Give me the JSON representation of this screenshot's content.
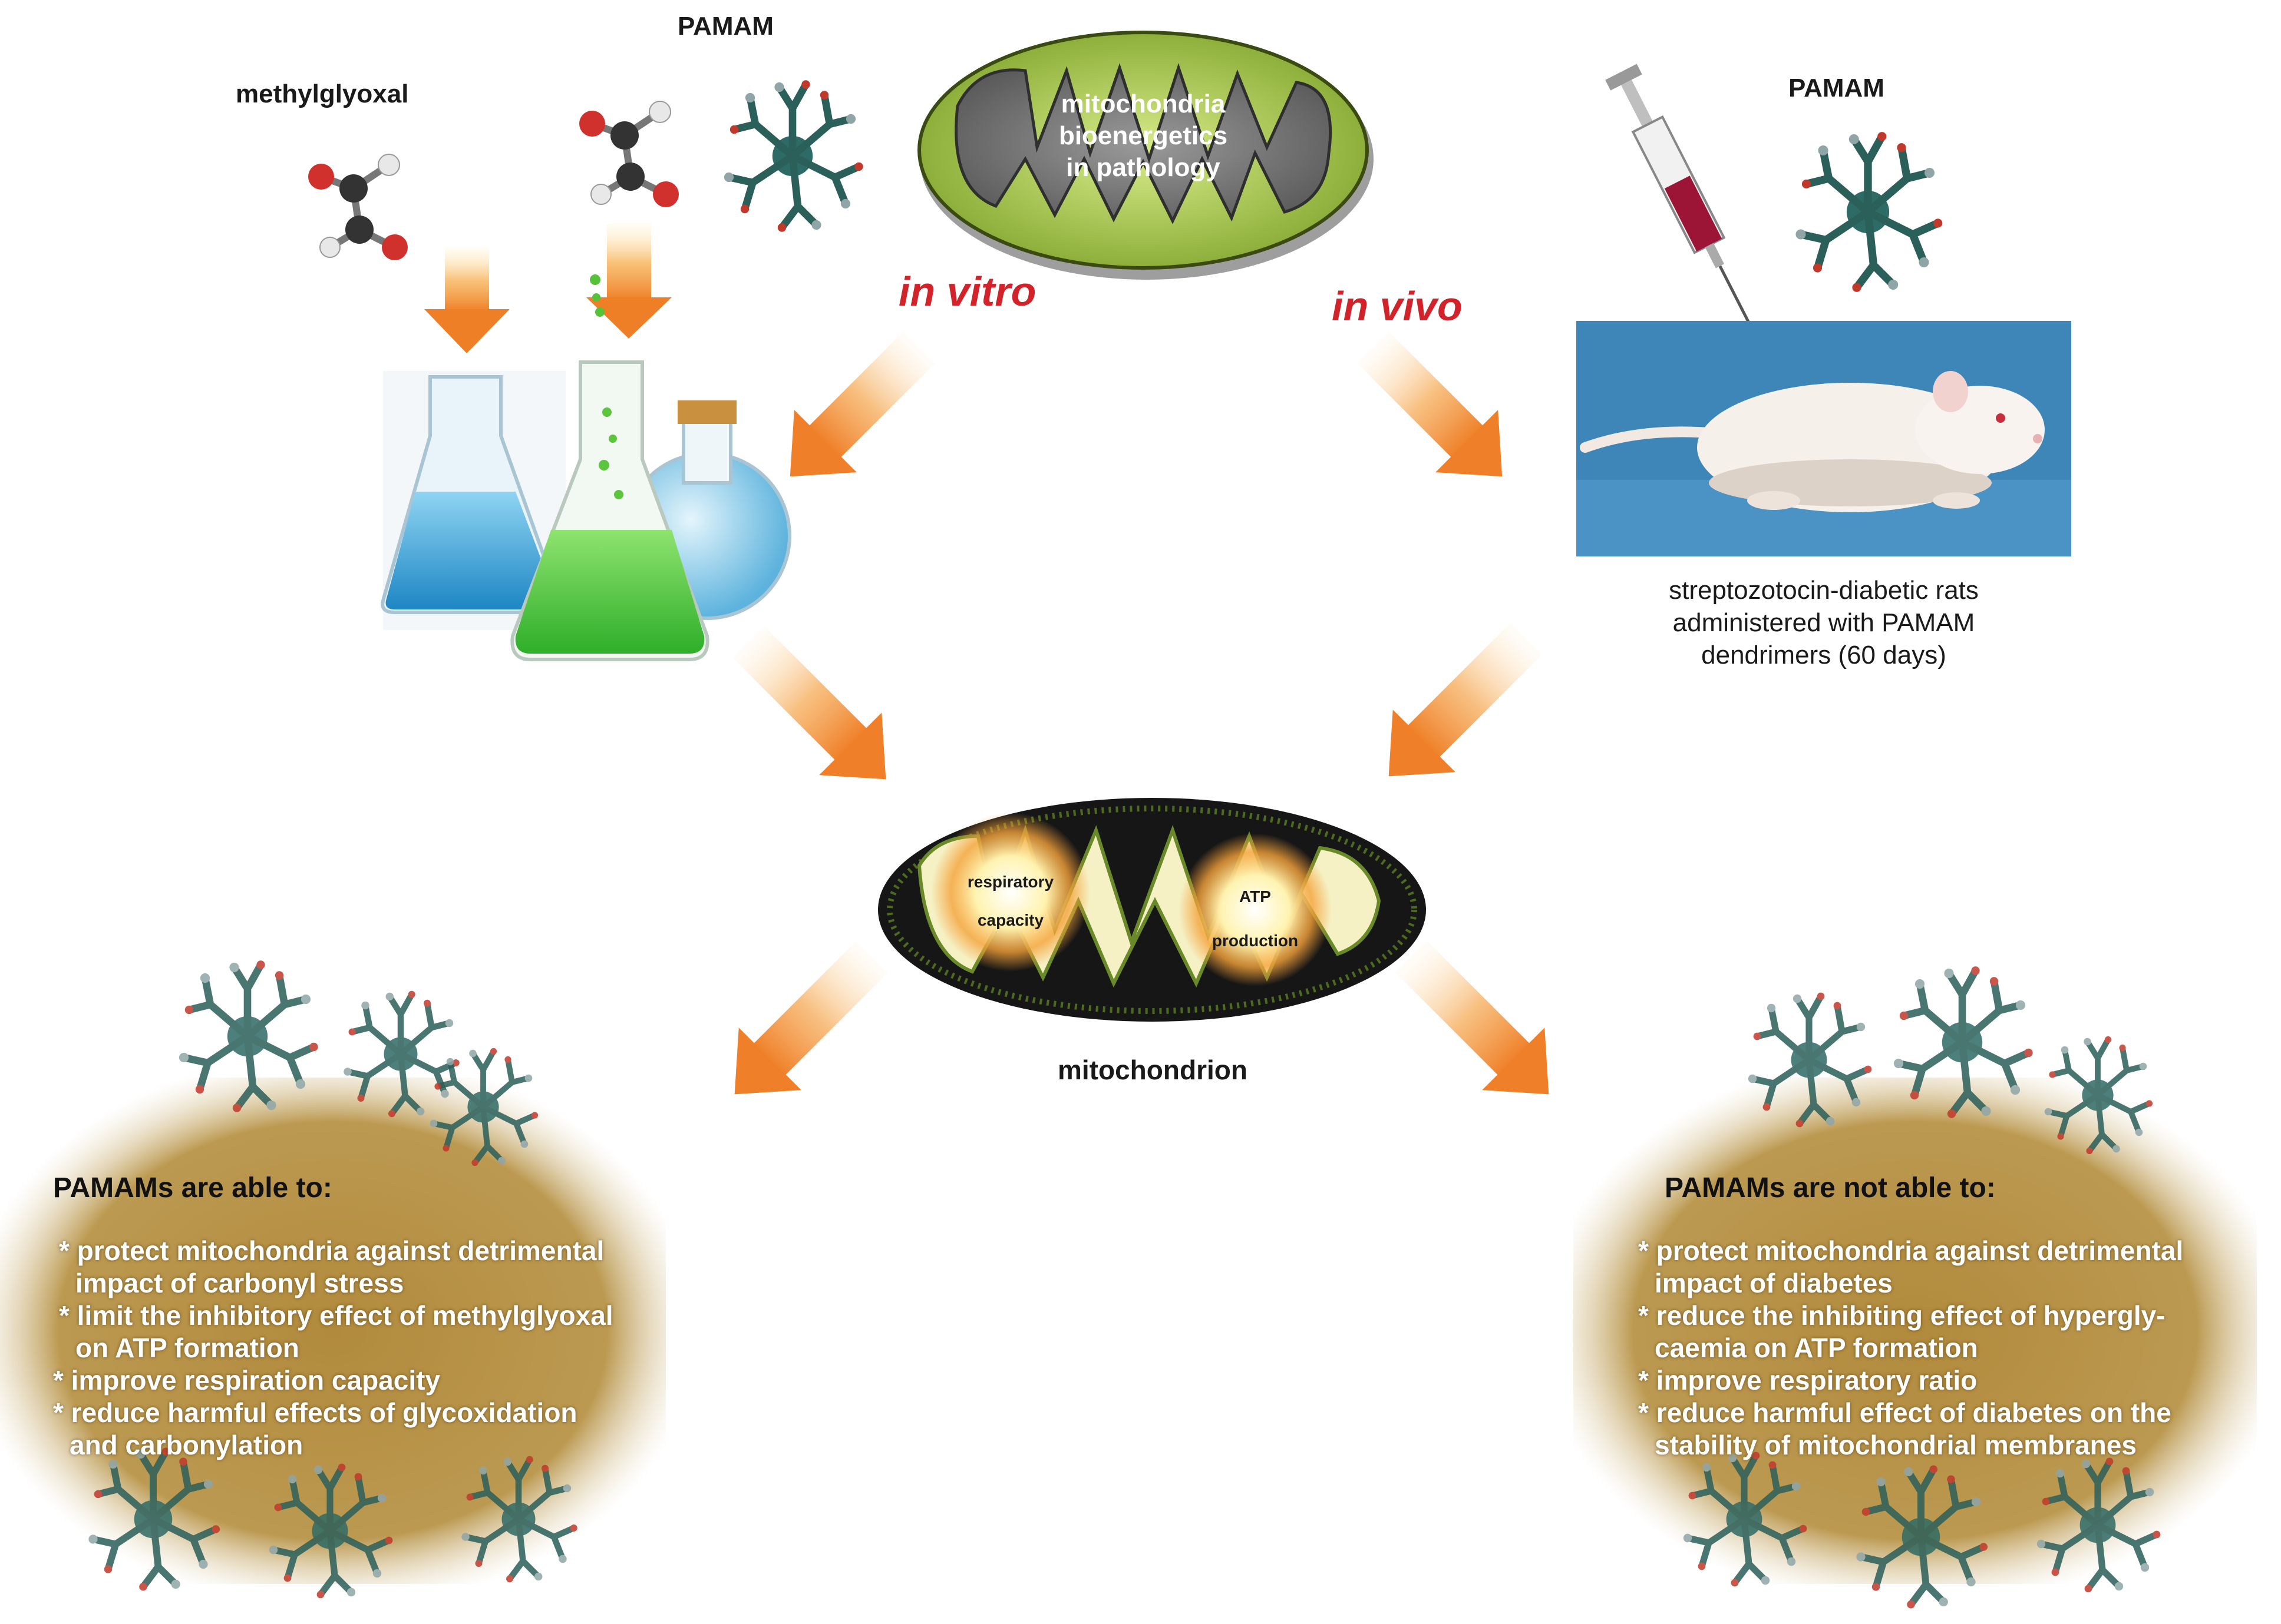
{
  "labels": {
    "methylglyoxal": "methylglyoxal",
    "pamam_left": "PAMAM",
    "pamam_right": "PAMAM",
    "in_vitro": "in vitro",
    "in_vivo": "in vivo",
    "mito_top": [
      "mitochondria",
      "bioenergetics",
      "in pathology"
    ],
    "rat_caption": [
      "streptozotocin-diabetic rats",
      "administered with PAMAM",
      "dendrimers (60 days)"
    ],
    "mito_bottom_left": [
      "respiratory",
      "capacity"
    ],
    "mito_bottom_right": [
      "ATP",
      "production"
    ],
    "mitochondrion": "mitochondrion"
  },
  "left_box": {
    "heading": "PAMAMs are able to:",
    "items": [
      "* protect mitochondria against detrimental",
      "   impact of carbonyl stress",
      " * limit the inhibitory effect of methylglyoxal",
      "   on ATP formation",
      "* improve respiration capacity",
      "* reduce harmful effects of glycoxidation",
      "   and carbonylation"
    ]
  },
  "right_box": {
    "heading": "PAMAMs are not able to:",
    "items": [
      "* protect mitochondria against detrimental",
      "   impact of diabetes",
      "* reduce the inhibiting effect of hypergly-",
      "   caemia on ATP formation",
      "* improve respiratory ratio",
      "* reduce harmful effect of diabetes on the",
      "   stability of mitochondrial membranes"
    ]
  },
  "colors": {
    "arrow": "#f08a2e",
    "mito_outer": "#a8c94a",
    "box": "#b08a3a",
    "red_text": "#d2232a",
    "flask_blue": "#3aa6d8",
    "flask_green": "#4cc43c",
    "rat_bg": "#3f86b8"
  },
  "icons": {
    "molecule": "methylglyoxal-molecule-icon",
    "dendrimer": "dendrimer-icon",
    "syringe": "syringe-icon",
    "rat": "rat-photo",
    "flasks": "lab-flasks-icon"
  }
}
